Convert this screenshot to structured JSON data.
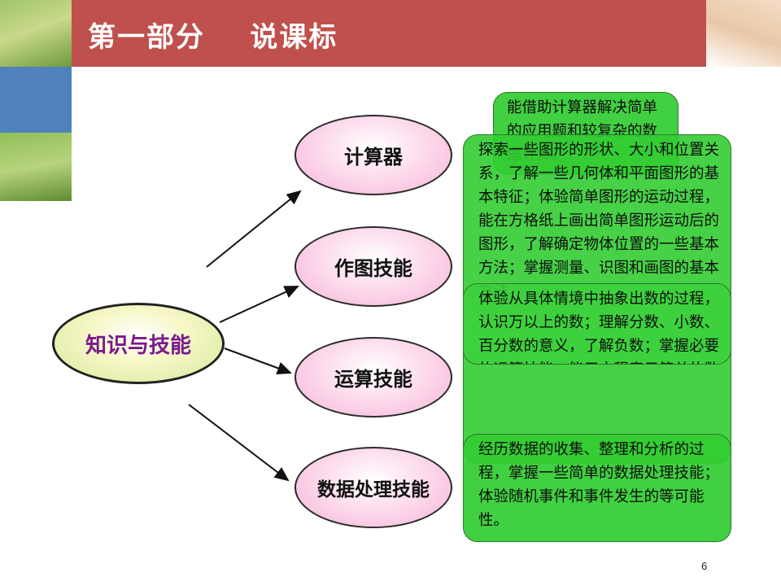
{
  "header": {
    "title": "第一部分    说课标"
  },
  "main_node": {
    "label": "知识与技能"
  },
  "skills": [
    {
      "label": "计算器"
    },
    {
      "label": "作图技能"
    },
    {
      "label": "运算技能"
    },
    {
      "label": "数据处理技能"
    }
  ],
  "boxes": {
    "calculator": "能借助计算器解决简单的应用题和较复杂的数据计算。",
    "drawing": "探索一些图形的形状、大小和位置关系，了解一些几何体和平面图形的基本特征；体验简单图形的运动过程，能在方格纸上画出简单图形运动后的图形，了解确定物体位置的一些基本方法；掌握测量、识图和画图的基本方法。",
    "operation": "体验从具体情境中抽象出数的过程，认识万以上的数；理解分数、小数、百分数的意义，了解负数；掌握必要的运算技能；能用方程表示简单的数量关系，能解简单的方程。",
    "data": "经历数据的收集、整理和分析的过程，掌握一些简单的数据处理技能；体验随机事件和事件发生的等可能性。"
  },
  "footer": {
    "page_number": "6"
  },
  "colors": {
    "header": "#c0504d",
    "side_block": "#4f81bd",
    "box_green": "#33cc33"
  }
}
